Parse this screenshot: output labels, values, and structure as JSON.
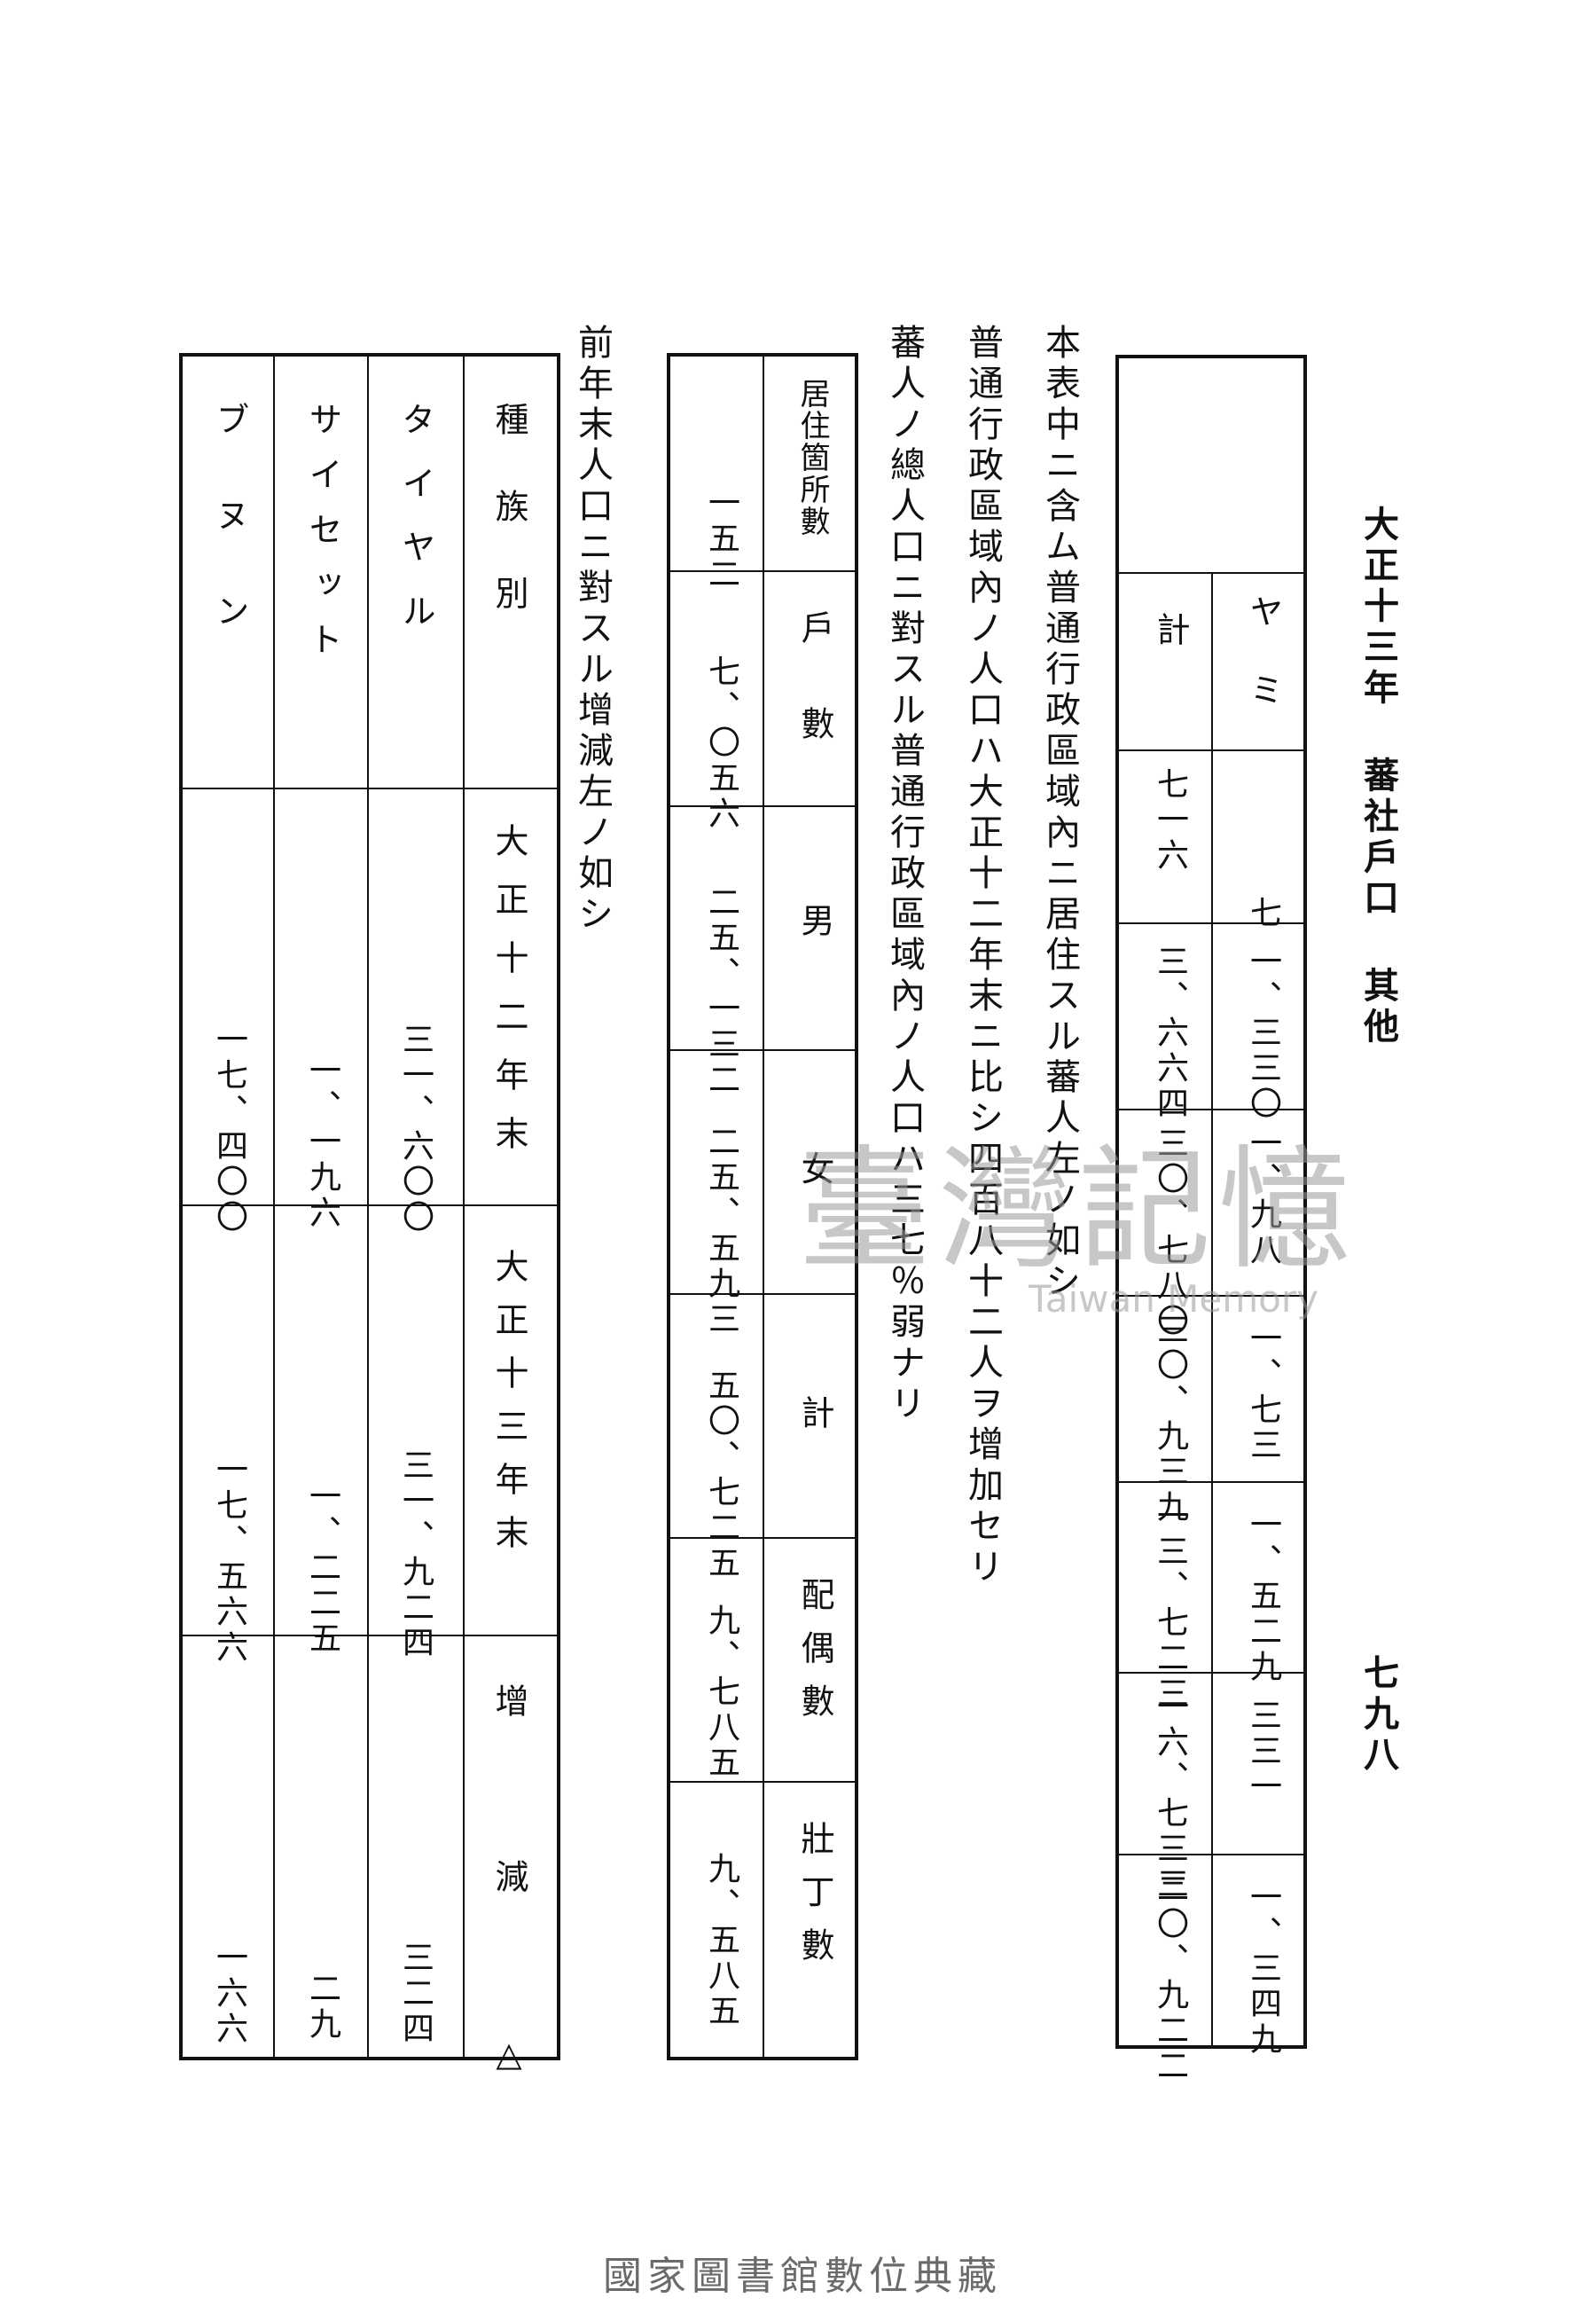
{
  "header": {
    "title": "大正十三年 蕃社戶口 其他",
    "page_number": "七九八"
  },
  "table1": {
    "rows": [
      {
        "label": "ヤ　ミ",
        "values": [
          "七",
          "一、三三〇",
          "一、九八",
          "一、七三",
          "一、五二九",
          "三三一",
          "一、三四九"
        ]
      },
      {
        "label": "計",
        "values": [
          "七一六",
          "三、六六四",
          "三〇、七八〇",
          "三〇、九三九",
          "一三、七二三",
          "一六、七三三",
          "二〇、九二二"
        ]
      }
    ]
  },
  "notes": [
    "本表中ニ含ム普通行政區域內ニ居住スル蕃人左ノ如シ",
    "普通行政區域內ノ人口ハ大正十二年末ニ比シ四百八十二人ヲ增加セリ",
    "蕃人ノ總人口ニ對スル普通行政區域內ノ人口ハ三七％弱ナリ"
  ],
  "table2": {
    "headers": [
      "居住箇所數",
      "戶數",
      "男",
      "女",
      "計",
      "配偶數",
      "壯丁數"
    ],
    "values": [
      "一五二",
      "七、〇五六",
      "二五、一三二",
      "二五、五九三",
      "五〇、七二五",
      "九、七八五",
      "九、五八五"
    ]
  },
  "note2": "前年末人口ニ對スル增減左ノ如シ",
  "table3": {
    "headers": [
      "種族別",
      "大正十二年末",
      "大正十三年末",
      "增減△"
    ],
    "rows": [
      {
        "name": "タイヤル",
        "values": [
          "三一、六〇〇",
          "三一、九二四",
          "三二四"
        ]
      },
      {
        "name": "サイセット",
        "values": [
          "一、一九六",
          "一、二二五",
          "二九"
        ]
      },
      {
        "name": "ブヌン",
        "values": [
          "一七、四〇〇",
          "一七、五六六",
          "一六六"
        ]
      }
    ]
  },
  "watermark": {
    "text": "臺灣記憶",
    "subtext": "Taiwan Memory"
  },
  "footer": "國家圖書館數位典藏"
}
